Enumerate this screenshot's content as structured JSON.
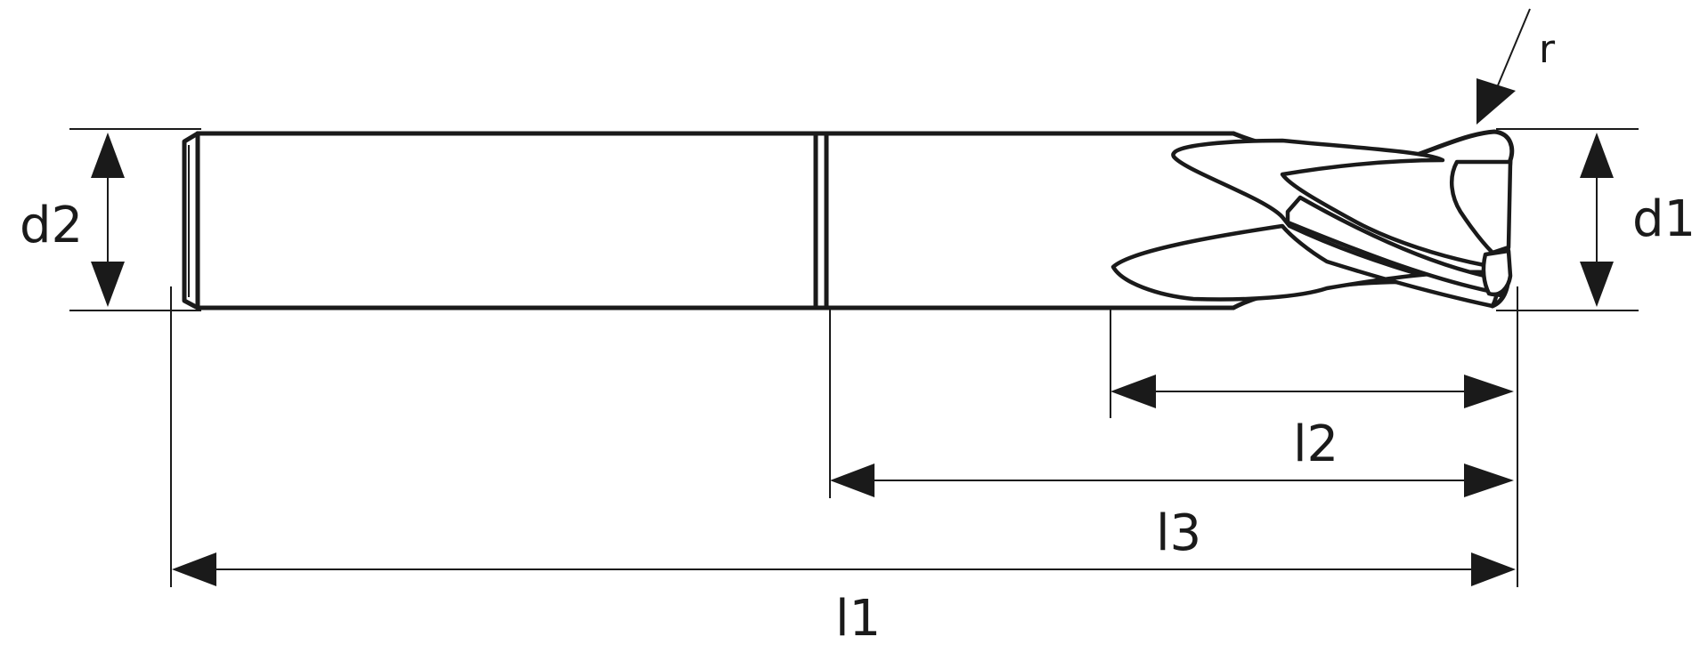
{
  "labels": {
    "d2": "d2",
    "d1": "d1",
    "r": "r",
    "l1": "l1",
    "l2": "l2",
    "l3": "l3"
  },
  "colors": {
    "stroke": "#1a1a1a",
    "background": "#ffffff"
  }
}
